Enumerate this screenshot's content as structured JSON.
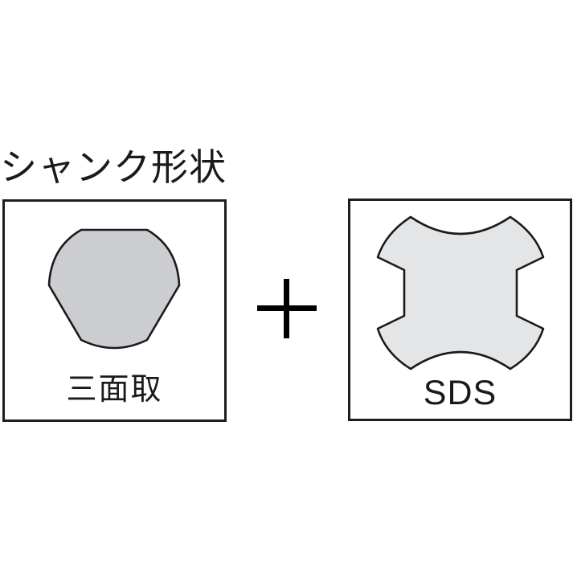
{
  "title": "シャンク形状",
  "shanks": [
    {
      "label": "三面取",
      "shape_icon": "tri-flat-shank-icon",
      "fill": "#cbcdd0"
    },
    {
      "label": "SDS",
      "shape_icon": "sds-shank-icon",
      "fill": "#e4e5e6"
    }
  ],
  "connector": {
    "icon": "plus-icon",
    "color": "#000000"
  },
  "colors": {
    "border": "#1e1e1e",
    "outline": "#1a1a1a",
    "background": "#ffffff"
  }
}
